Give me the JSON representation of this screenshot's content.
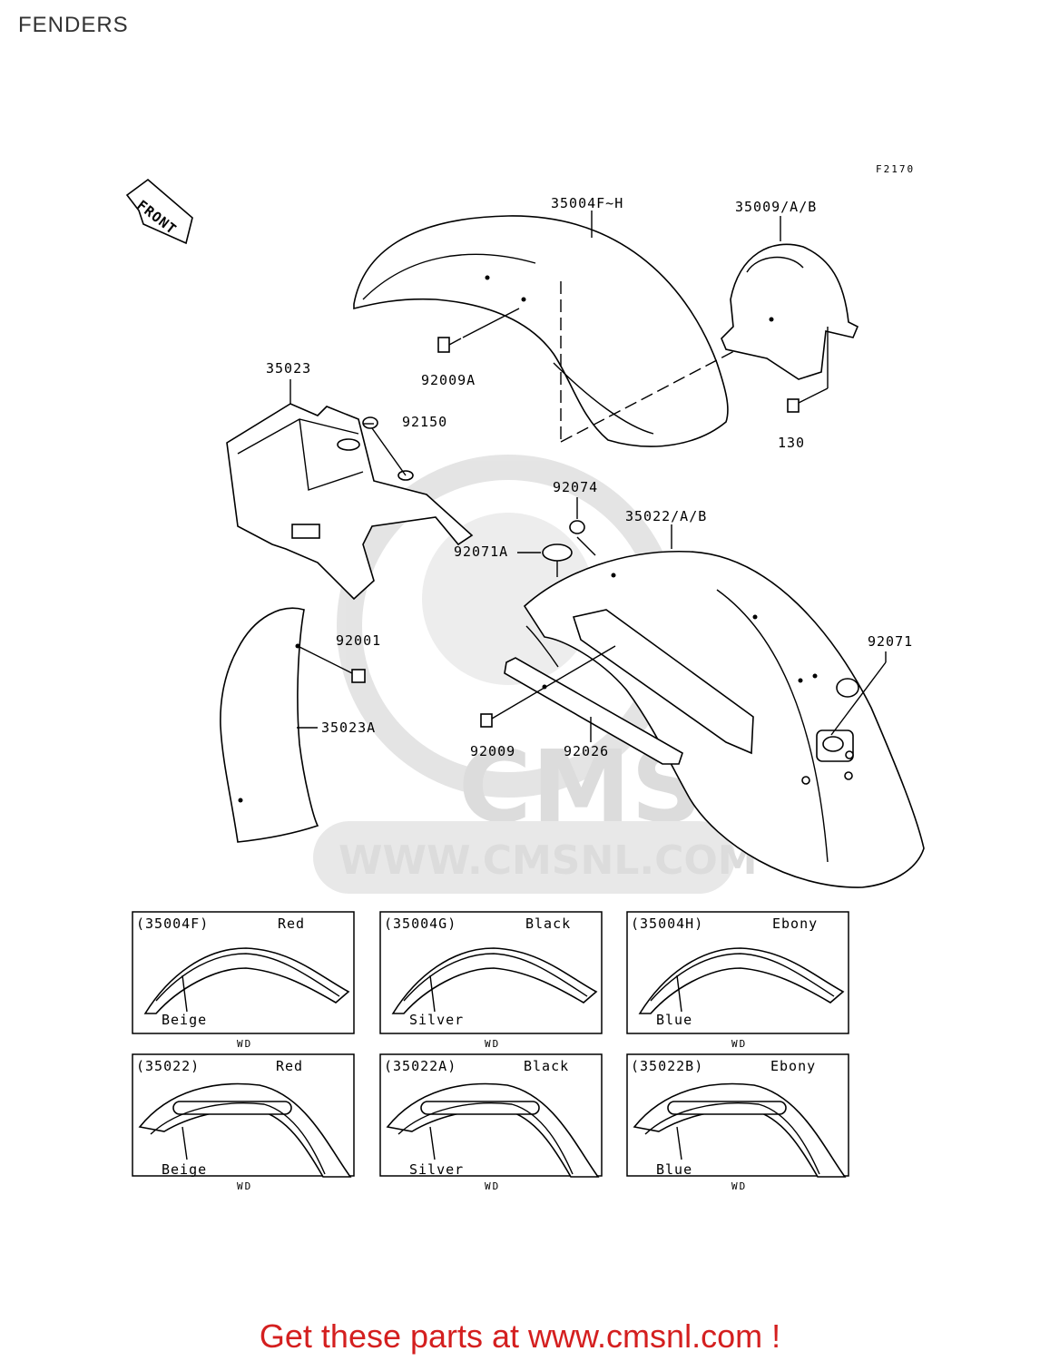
{
  "page": {
    "title": "FENDERS",
    "footer": "Get these parts at www.cmsnl.com !"
  },
  "diagram": {
    "figure_code": "F2170",
    "front_arrow": "FRONT",
    "watermark": {
      "brand": "CMS",
      "url": "WWW.CMSNL.COM"
    },
    "callouts": {
      "p35004": "35004F~H",
      "p35009": "35009/A/B",
      "p92009A": "92009A",
      "p130": "130",
      "p35023": "35023",
      "p92150": "92150",
      "p92074": "92074",
      "p35022": "35022/A/B",
      "p92071A": "92071A",
      "p92001": "92001",
      "p92071": "92071",
      "p35023A": "35023A",
      "p92009": "92009",
      "p92026": "92026"
    },
    "variants": [
      {
        "code": "(35004F)",
        "top": "Red",
        "bottom": "Beige",
        "note": "WD"
      },
      {
        "code": "(35004G)",
        "top": "Black",
        "bottom": "Silver",
        "note": "WD"
      },
      {
        "code": "(35004H)",
        "top": "Ebony",
        "bottom": "Blue",
        "note": "WD"
      },
      {
        "code": "(35022)",
        "top": "Red",
        "bottom": "Beige",
        "note": "WD"
      },
      {
        "code": "(35022A)",
        "top": "Black",
        "bottom": "Silver",
        "note": "WD"
      },
      {
        "code": "(35022B)",
        "top": "Ebony",
        "bottom": "Blue",
        "note": "WD"
      }
    ]
  }
}
